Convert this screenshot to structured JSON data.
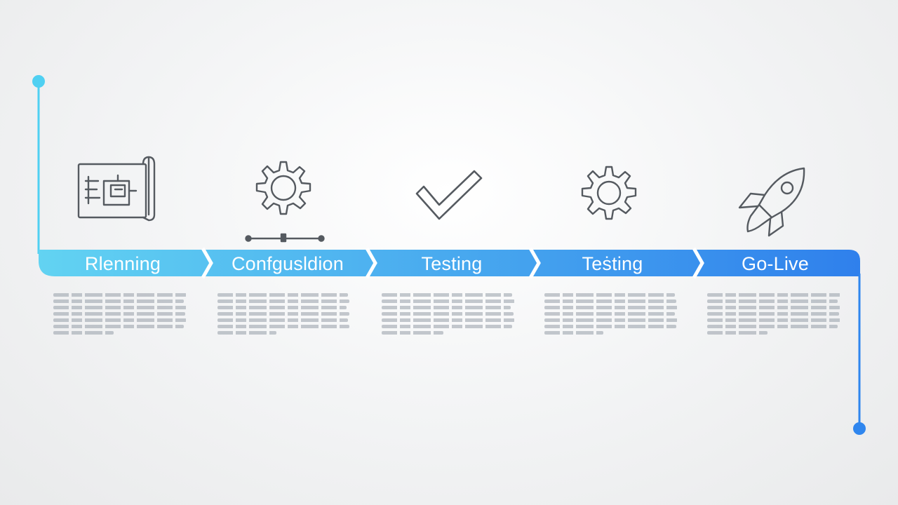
{
  "stages": [
    {
      "label": "Rlenning",
      "icon": "blueprint-icon"
    },
    {
      "label": "Confgusldion",
      "icon": "gear-network-icon"
    },
    {
      "label": "Testing",
      "icon": "checkmark-icon"
    },
    {
      "label": "Teṡting",
      "icon": "gear-icon"
    },
    {
      "label": "Go-Live",
      "icon": "rocket-icon"
    }
  ],
  "colors": {
    "line_start": "#4fd0f2",
    "line_end": "#2f86ee",
    "band_start": "#62d3f2",
    "band_end": "#2f80ec",
    "icon_stroke": "#555a60"
  }
}
